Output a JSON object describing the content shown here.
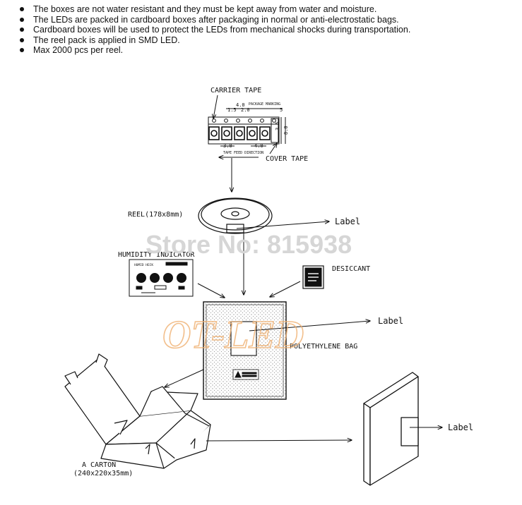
{
  "notes": [
    "The boxes are not water resistant and they must be kept away from water and moisture.",
    "The LEDs are packed in cardboard boxes after packaging in normal or anti-electrostatic bags.",
    "Cardboard boxes will be used to protect the LEDs from mechanical shocks during transportation.",
    "The reel pack is applied in SMD LED.",
    "Max 2000 pcs per reel."
  ],
  "diagram": {
    "carrier_tape": "CARRIER TAPE",
    "package_marking": "PACKAGE MARKING",
    "tape_feed_direction": "TAPE FEED DIRECTION",
    "cover_tape": "COVER TAPE",
    "dims": {
      "d1": "4.0",
      "d2": "1.5",
      "d3": "2.0",
      "d4": "5",
      "d5": "3.0",
      "d6": "4.0",
      "d7": "3.5",
      "d8": "8.0"
    },
    "reel": "REEL(178x8mm)",
    "label_reel": "Label",
    "humidity_indicator": "HUMIDITY INDICATOR",
    "humid_text": "HUMID HECK",
    "desiccant": "DESICCANT",
    "polyethylene_bag": "POLYETHYLENE BAG",
    "label_bag": "Label",
    "carton": "A CARTON",
    "carton_size": "(240x220x35mm)",
    "label_box": "Label"
  },
  "watermarks": {
    "store": "Store No: 815938",
    "brand": "OT-LED"
  }
}
